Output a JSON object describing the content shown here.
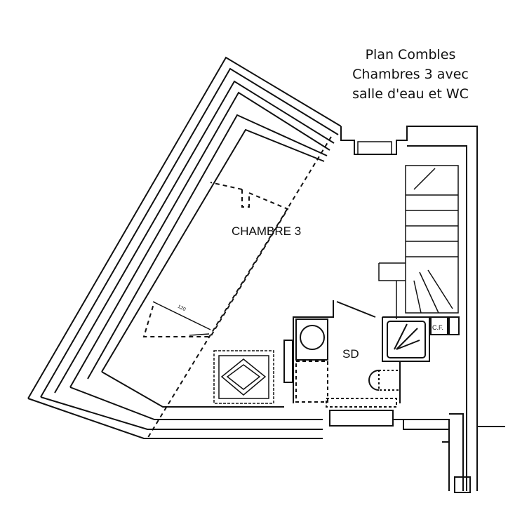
{
  "title": {
    "line1": "Plan Combles",
    "line2": "Chambres 3 avec",
    "line3": "salle d'eau et WC"
  },
  "rooms": {
    "bedroom": "CHAMBRE 3",
    "bathroom": "SD",
    "cupboard": "C.F."
  },
  "dimension": "120"
}
